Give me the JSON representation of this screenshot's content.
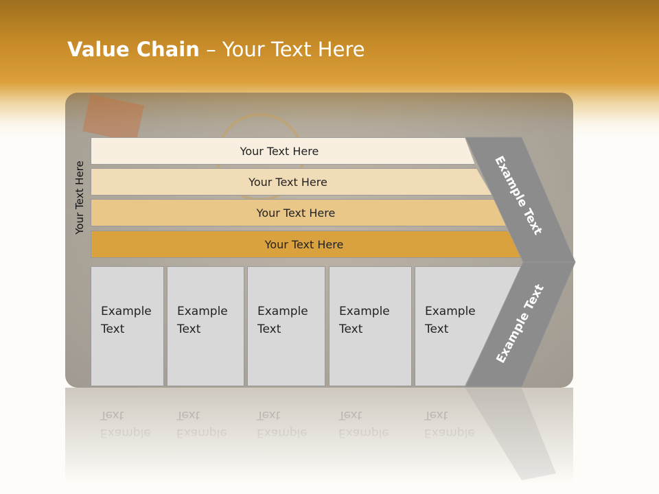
{
  "header": {
    "title_bold": "Value Chain",
    "title_rest": " – Your Text Here"
  },
  "side_label": "Your Text Here",
  "bars": [
    {
      "label": "Your Text Here",
      "color": "#f8efe0"
    },
    {
      "label": "Your Text Here",
      "color": "#f0dcb6"
    },
    {
      "label": "Your Text Here",
      "color": "#e9c789"
    },
    {
      "label": "Your Text Here",
      "color": "#d9a23e"
    }
  ],
  "boxes": [
    {
      "line1": "Example",
      "line2": "Text"
    },
    {
      "line1": "Example",
      "line2": "Text"
    },
    {
      "line1": "Example",
      "line2": "Text"
    },
    {
      "line1": "Example",
      "line2": "Text"
    },
    {
      "line1": "Example",
      "line2": "Text"
    }
  ],
  "chevron": {
    "upper_label": "Example Text",
    "lower_label": "Example Text",
    "color": "#8c8c8c"
  },
  "colors": {
    "header_gold": "#c58a27",
    "box_gray": "#d8d8d8"
  }
}
